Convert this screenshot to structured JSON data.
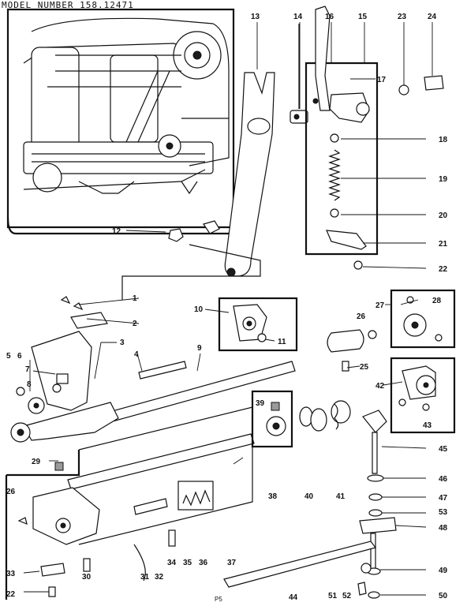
{
  "header": {
    "model_line": "MODEL NUMBER 158.12471"
  },
  "footer": {
    "page_mark": "P5"
  },
  "callouts": [
    "1",
    "2",
    "3",
    "4",
    "5",
    "6",
    "7",
    "8",
    "9",
    "10",
    "11",
    "12",
    "13",
    "14",
    "15",
    "16",
    "17",
    "18",
    "19",
    "20",
    "21",
    "22",
    "23",
    "24",
    "25",
    "26",
    "27",
    "28",
    "29",
    "30",
    "31",
    "32",
    "33",
    "34",
    "35",
    "36",
    "37",
    "38",
    "39",
    "40",
    "41",
    "42",
    "43",
    "44",
    "45",
    "46",
    "47",
    "48",
    "49",
    "50",
    "51",
    "52",
    "53"
  ]
}
